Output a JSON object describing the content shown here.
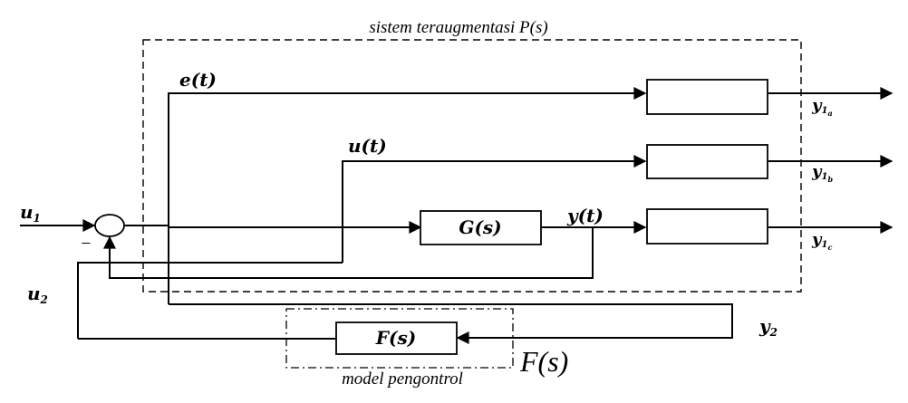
{
  "diagram": {
    "augmented_system_caption": "sistem teraugmentasi P(s)",
    "controller_caption": "model pengontrol",
    "controller_big_label": "F(s)",
    "blocks": {
      "plant": "G(s)",
      "controller": "F(s)"
    },
    "signals": {
      "error": "e(t)",
      "control": "u(t)",
      "output": "y(t)",
      "input_u1": "u",
      "input_u1_sub": "1",
      "input_u2": "u",
      "input_u2_sub": "2",
      "measured_y2": "y",
      "measured_y2_sub": "2",
      "y1a": "y",
      "y1a_sub": "1",
      "y1a_subsub": "a",
      "y1b": "y",
      "y1b_sub": "1",
      "y1b_subsub": "b",
      "y1c": "y",
      "y1c_sub": "1",
      "y1c_subsub": "c",
      "minus_sign": "−"
    }
  }
}
